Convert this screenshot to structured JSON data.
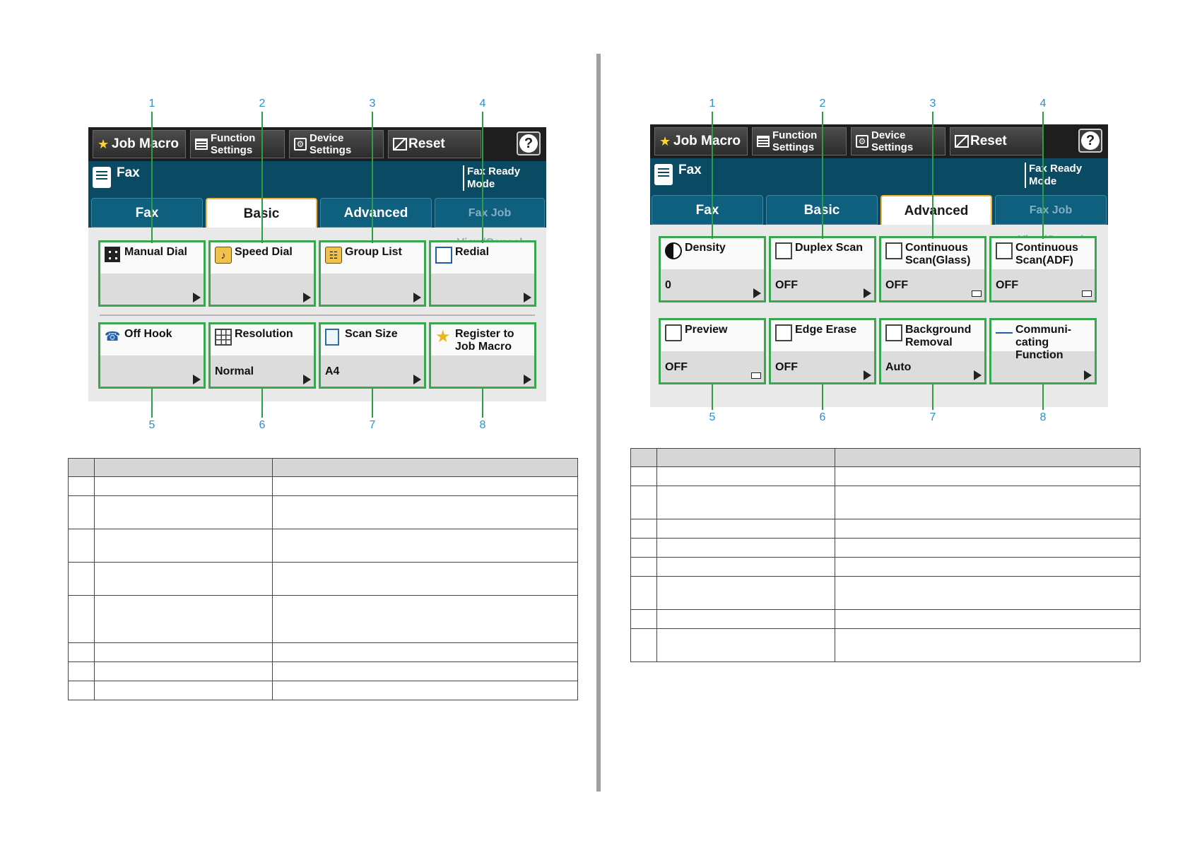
{
  "left_panel": {
    "topbar": {
      "job_macro": "Job Macro",
      "function_settings_1": "Function",
      "function_settings_2": "Settings",
      "device_settings_1": "Device",
      "device_settings_2": "Settings",
      "reset": "Reset",
      "help": "?"
    },
    "modebar": {
      "title": "Fax",
      "status_1": "Fax Ready",
      "status_2": "Mode"
    },
    "tabs": [
      "Fax",
      "Basic",
      "Advanced",
      "Fax Job View/Cancel"
    ],
    "active_tab": "Basic",
    "tiles": [
      {
        "label": "Manual Dial",
        "value": ""
      },
      {
        "label": "Speed Dial",
        "value": ""
      },
      {
        "label": "Group List",
        "value": ""
      },
      {
        "label": "Redial",
        "value": ""
      },
      {
        "label": "Off Hook",
        "value": ""
      },
      {
        "label": "Resolution",
        "value": "Normal"
      },
      {
        "label": "Scan Size",
        "value": "A4"
      },
      {
        "label": "Register to Job Macro",
        "value": ""
      }
    ],
    "callouts_top": [
      "1",
      "2",
      "3",
      "4"
    ],
    "callouts_bottom": [
      "5",
      "6",
      "7",
      "8"
    ]
  },
  "right_panel": {
    "topbar": {
      "job_macro": "Job Macro",
      "function_settings_1": "Function",
      "function_settings_2": "Settings",
      "device_settings_1": "Device",
      "device_settings_2": "Settings",
      "reset": "Reset",
      "help": "?"
    },
    "modebar": {
      "title": "Fax",
      "status_1": "Fax Ready",
      "status_2": "Mode"
    },
    "tabs": [
      "Fax",
      "Basic",
      "Advanced",
      "Fax Job View/Cancel"
    ],
    "active_tab": "Advanced",
    "tiles": [
      {
        "label": "Density",
        "value": "0"
      },
      {
        "label": "Duplex Scan",
        "value": "OFF"
      },
      {
        "label": "Continuous Scan(Glass)",
        "value": "OFF"
      },
      {
        "label": "Continuous Scan(ADF)",
        "value": "OFF"
      },
      {
        "label": "Preview",
        "value": "OFF"
      },
      {
        "label": "Edge Erase",
        "value": "OFF"
      },
      {
        "label": "Background Removal",
        "value": "Auto"
      },
      {
        "label": "Communi-cating Function",
        "value": ""
      }
    ],
    "callouts_top": [
      "1",
      "2",
      "3",
      "4"
    ],
    "callouts_bottom": [
      "5",
      "6",
      "7",
      "8"
    ]
  },
  "colors": {
    "mode_bar": "#0b4a63",
    "tile_border": "#3aa650",
    "active_tab_border": "#f4b335",
    "callout_number": "#2a8fcf"
  },
  "icons": {
    "left": [
      "keypad-icon",
      "speed-dial-book-icon",
      "group-list-icon",
      "redial-icon",
      "off-hook-phone-icon",
      "resolution-grid-icon",
      "scan-size-page-icon",
      "register-star-icon"
    ],
    "right": [
      "density-icon",
      "duplex-scan-icon",
      "continuous-scan-glass-icon",
      "continuous-scan-adf-icon",
      "preview-magnifier-icon",
      "edge-erase-icon",
      "background-removal-icon",
      "communicating-function-icon"
    ]
  }
}
